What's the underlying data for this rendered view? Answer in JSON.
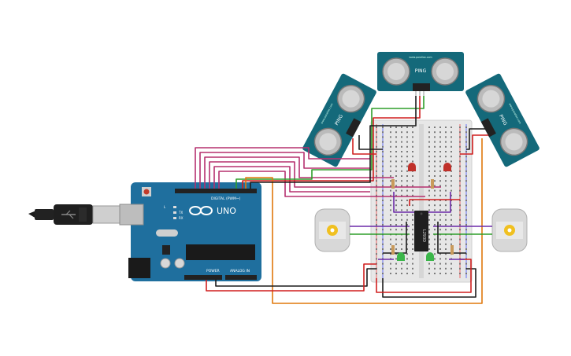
{
  "canvas": {
    "background": "#ffffff"
  },
  "colors": {
    "arduino_board": "#1f6f9e",
    "sensor_board": "#14697a",
    "breadboard": "#e7e7e7",
    "wire_magenta": "#b5306f",
    "wire_red": "#d01f1f",
    "wire_black": "#1c1c1c",
    "wire_green": "#2e9e2a",
    "wire_orange": "#e0780c",
    "wire_purple": "#6b2aa8",
    "led_red": "#c0302a",
    "led_green": "#3bb64a",
    "motor_body": "#d8d8d8",
    "motor_hub": "#f0c020"
  },
  "arduino": {
    "logo_text": "UNO",
    "digital_label": "DIGITAL (PWM~)",
    "power_label": "POWER",
    "analog_label": "ANALOG IN",
    "tx_label": "TX",
    "rx_label": "RX",
    "l_label": "L"
  },
  "sensors": [
    {
      "name": "PING",
      "position": "top"
    },
    {
      "name": "PING",
      "position": "left"
    },
    {
      "name": "PING",
      "position": "right"
    }
  ],
  "sensor_small_text": "www.parallax.com",
  "chip": {
    "label": "L293D"
  },
  "leds": [
    {
      "color": "red",
      "side": "left"
    },
    {
      "color": "red",
      "side": "right"
    },
    {
      "color": "green",
      "side": "left"
    },
    {
      "color": "green",
      "side": "right"
    }
  ],
  "motors": [
    {
      "side": "left"
    },
    {
      "side": "right"
    }
  ]
}
